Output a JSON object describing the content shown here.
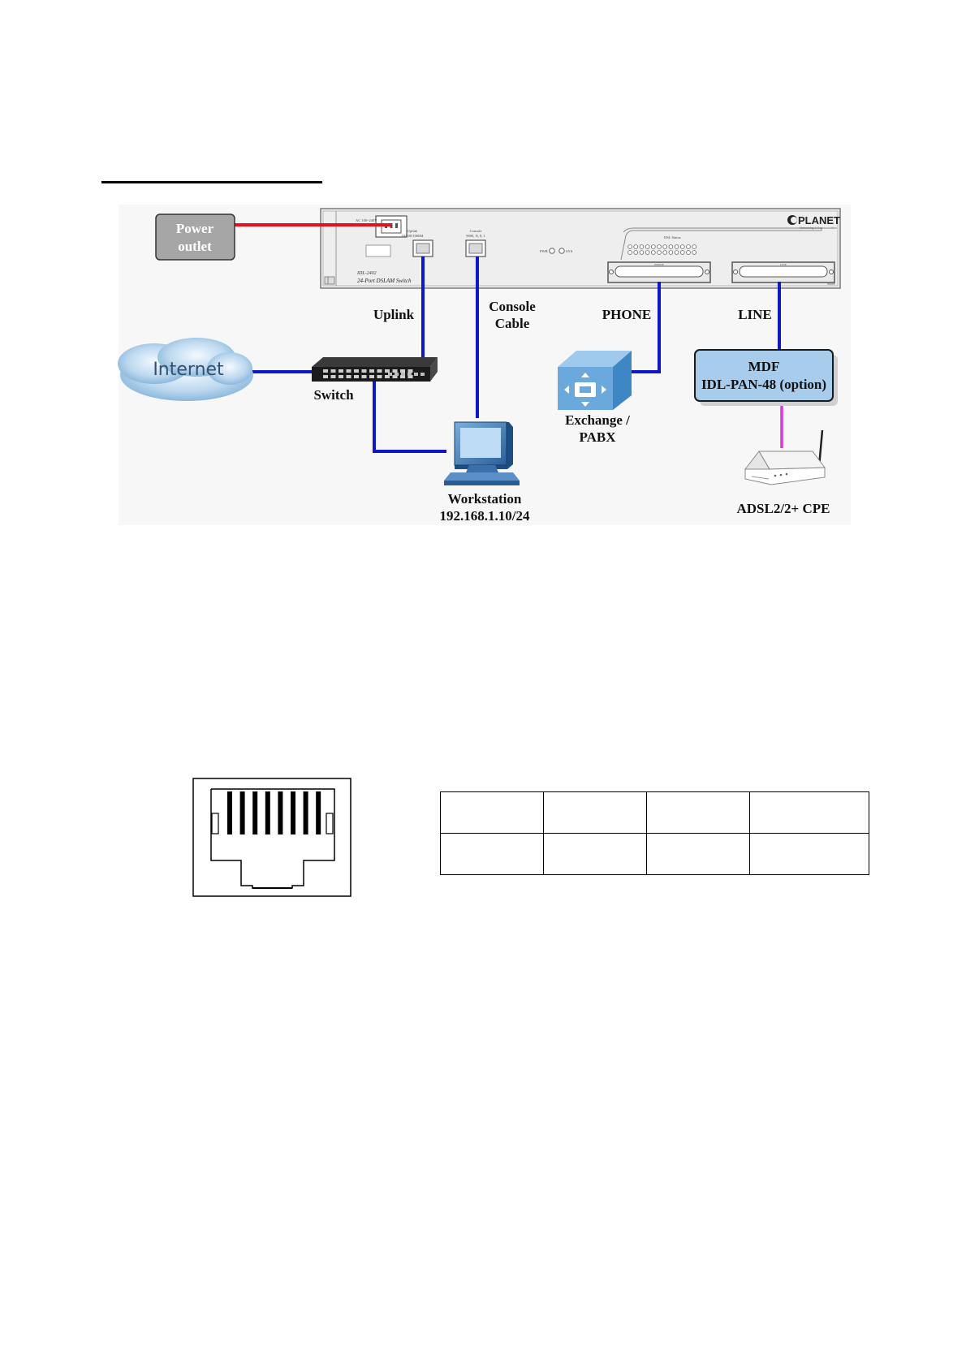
{
  "diagram": {
    "power_outlet": [
      "Power",
      "outlet"
    ],
    "device": {
      "model": "IDL-2402",
      "name": "24-Port DSLAM Switch",
      "brand": "PLANET",
      "brand_tagline": "Networking & Communication",
      "ac_label": [
        "AC 100~240V",
        "50~60Hz"
      ],
      "uplink_port_label": [
        "Uplink",
        "10/100/1000M"
      ],
      "console_port_label": [
        "Console",
        "9600, N, 8, 1"
      ],
      "led_labels": [
        "PWR",
        "SYS"
      ],
      "dsl_status_label": "DSL Status",
      "phone_port_label": "PHONE",
      "line_port_label": "LINE"
    },
    "labels": {
      "uplink": "Uplink",
      "console": [
        "Console",
        "Cable"
      ],
      "phone": "PHONE",
      "line": "LINE",
      "internet": "Internet",
      "switch": "Switch",
      "exchange": [
        "Exchange /",
        "PABX"
      ],
      "mdf": [
        "MDF",
        "IDL-PAN-48 (option)"
      ],
      "workstation": [
        "Workstation",
        "192.168.1.10/24"
      ],
      "cpe": "ADSL2/2+ CPE"
    },
    "colors": {
      "power_line": "#e8111b",
      "data_line": "#1017c9",
      "cpe_line": "#d63bd6",
      "mdf_box": "#a8ccec",
      "power_box": "#a6a6a6"
    }
  },
  "rj45_pins": 8,
  "table": {
    "rows": [
      [
        "",
        "",
        "",
        ""
      ],
      [
        "",
        "",
        "",
        ""
      ]
    ]
  }
}
